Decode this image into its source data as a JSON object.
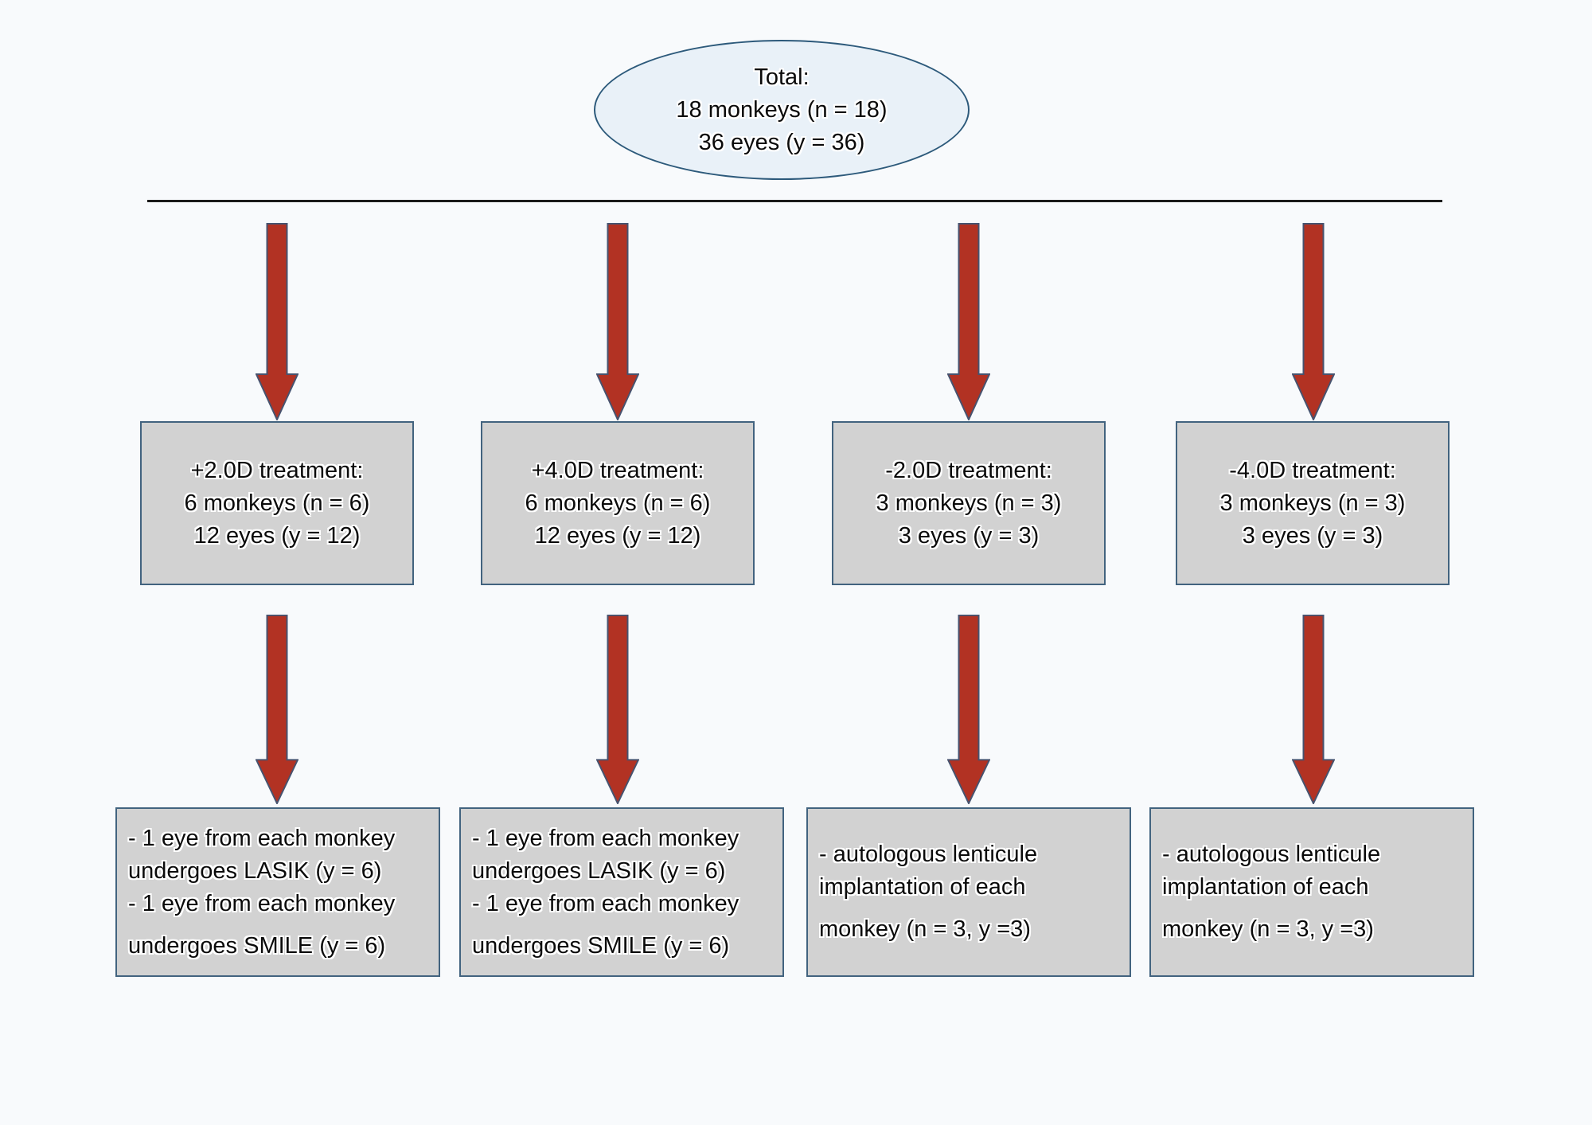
{
  "colors": {
    "background": "#f8fafc",
    "ellipse-fill": "#e9f1f8",
    "ellipse-border": "#2d5a7b",
    "box-fill": "#d2d2d2",
    "box-border": "#42637f",
    "arrow-fill": "#b23223",
    "arrow-stroke": "#47536f",
    "divider": "#1b1b1b",
    "text": "#0a0a0a"
  },
  "total_node": {
    "lines": [
      "Total:",
      "18 monkeys (n = 18)",
      "36 eyes (y = 36)"
    ]
  },
  "columns": [
    {
      "treatment_lines": [
        "+2.0D treatment:",
        "6 monkeys (n = 6)",
        "12 eyes (y = 12)"
      ],
      "outcome_block1": [
        "- 1 eye from each monkey",
        "undergoes LASIK (y = 6)",
        "- 1 eye from each monkey"
      ],
      "outcome_block2": [
        "undergoes SMILE (y = 6)"
      ]
    },
    {
      "treatment_lines": [
        "+4.0D treatment:",
        "6 monkeys (n = 6)",
        "12 eyes (y = 12)"
      ],
      "outcome_block1": [
        "- 1 eye from each monkey",
        "undergoes LASIK (y = 6)",
        "- 1 eye from each monkey"
      ],
      "outcome_block2": [
        "undergoes SMILE (y = 6)"
      ]
    },
    {
      "treatment_lines": [
        "-2.0D treatment:",
        "3 monkeys (n = 3)",
        "3 eyes (y = 3)"
      ],
      "outcome_block1": [
        "- autologous lenticule",
        "implantation of each"
      ],
      "outcome_block2": [
        "monkey (n = 3, y =3)"
      ]
    },
    {
      "treatment_lines": [
        "-4.0D treatment:",
        "3 monkeys (n = 3)",
        "3 eyes (y = 3)"
      ],
      "outcome_block1": [
        "- autologous lenticule",
        "implantation of each"
      ],
      "outcome_block2": [
        "monkey (n = 3, y =3)"
      ]
    }
  ]
}
